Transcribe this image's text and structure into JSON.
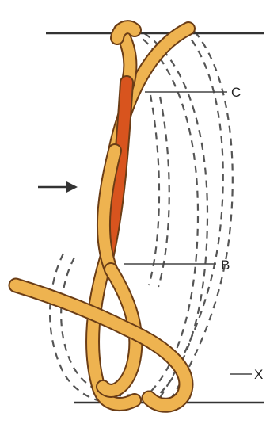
{
  "labels": {
    "c": "C",
    "b": "B",
    "x": "X"
  },
  "colors": {
    "rope": "#eeb350",
    "rope_outline": "#6b3d16",
    "highlight": "#d8541e",
    "line": "#444444",
    "dashed": "#555555"
  },
  "icons": {
    "pointer": "arrow-right-icon"
  }
}
